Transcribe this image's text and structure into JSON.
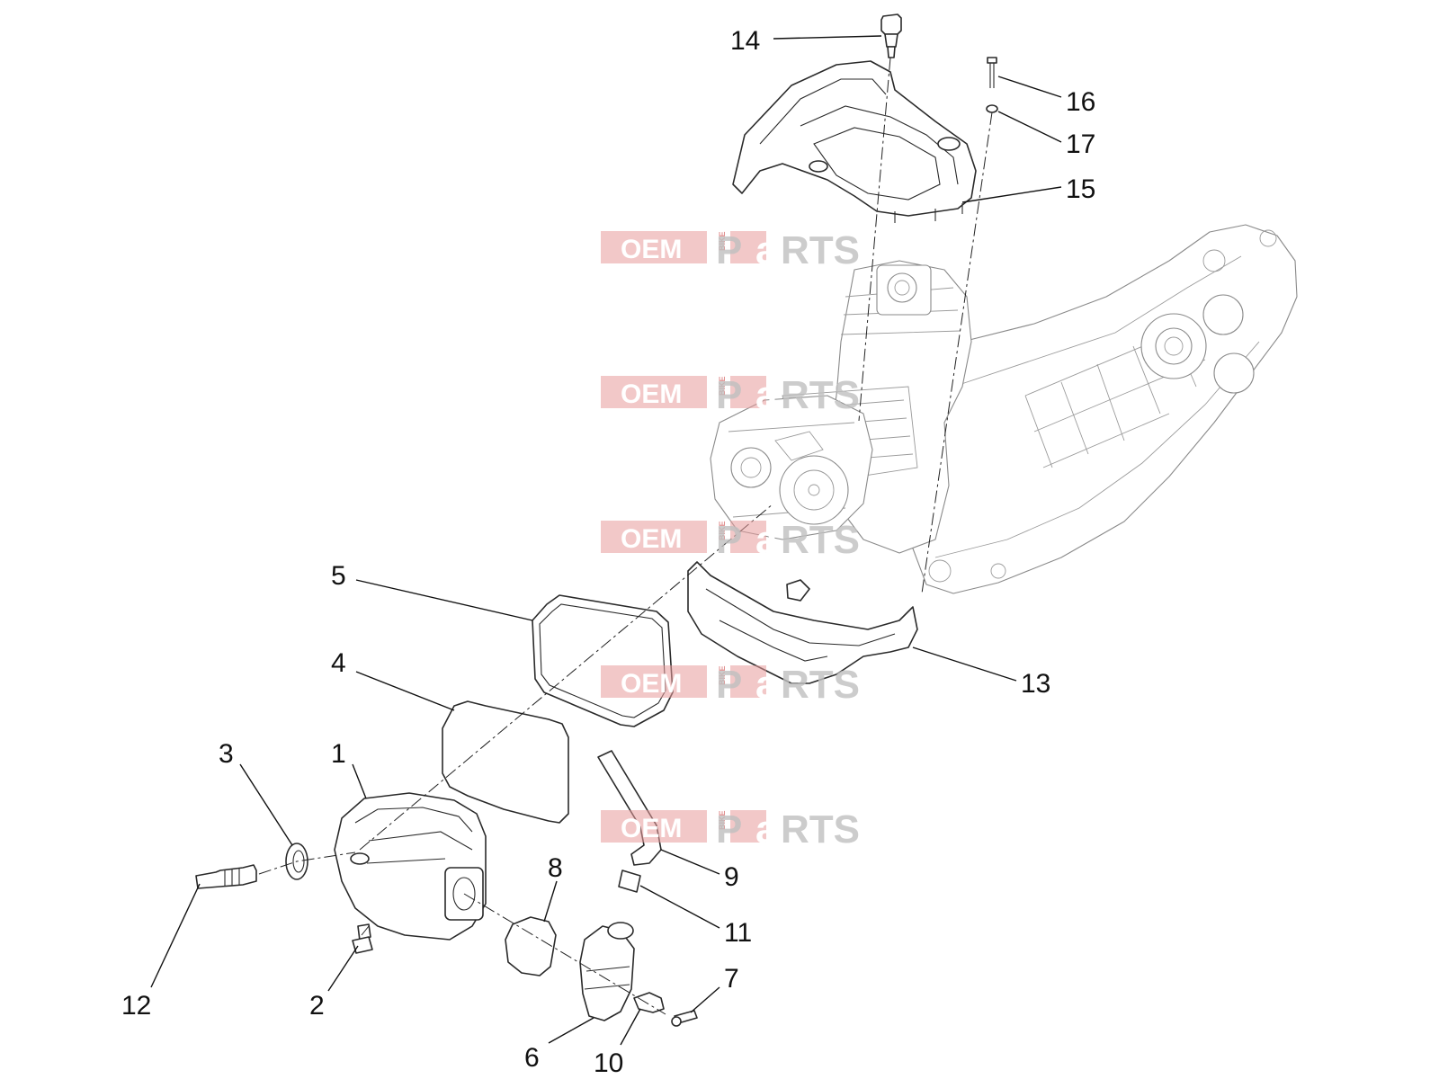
{
  "watermark": {
    "oem": "OEM",
    "bike": "BIKE",
    "p": "P",
    "a": "a",
    "rts": "RTS"
  },
  "callouts": [
    "1",
    "2",
    "3",
    "4",
    "5",
    "6",
    "7",
    "8",
    "9",
    "10",
    "11",
    "12",
    "13",
    "14",
    "15",
    "16",
    "17"
  ]
}
